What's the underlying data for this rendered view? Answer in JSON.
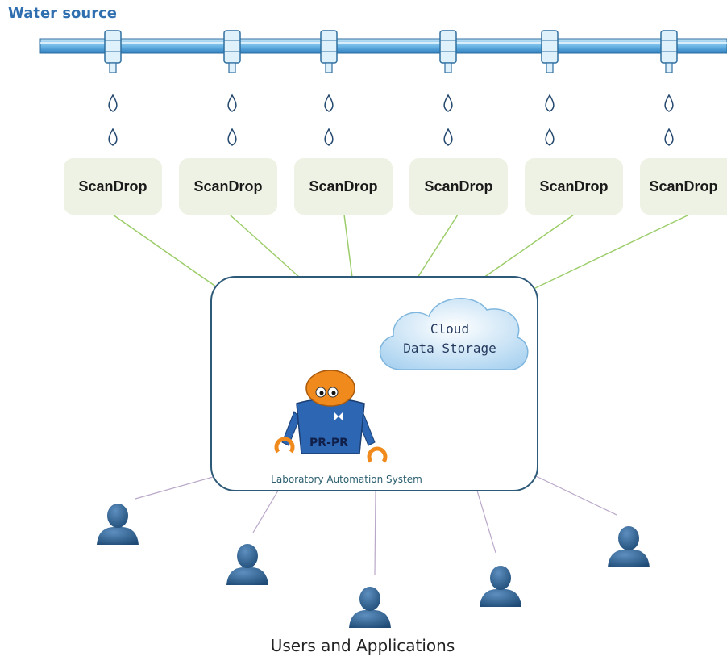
{
  "water_source_label": "Water source",
  "scandrop_nodes": [
    "ScanDrop",
    "ScanDrop",
    "ScanDrop",
    "ScanDrop",
    "ScanDrop",
    "ScanDrop"
  ],
  "central_system": {
    "cloud_line1": "Cloud",
    "cloud_line2": "Data Storage",
    "robot_label": "PR-PR",
    "caption": "Laboratory Automation System"
  },
  "users_label": "Users and Applications",
  "colors": {
    "pipe": "#6db7e6",
    "scandrop_box": "#eef2e4",
    "connector_green": "#9ccd6a",
    "connector_purple": "#b9a7c8",
    "system_border": "#2e5a7a",
    "user_icon": "#2b5d8a",
    "robot_head": "#f08a1c",
    "robot_body": "#2d66b3"
  }
}
